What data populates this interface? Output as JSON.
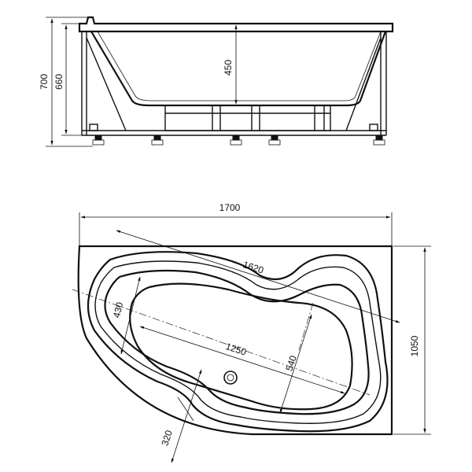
{
  "side_view": {
    "dim_total_height": "700",
    "dim_rim_height": "660",
    "dim_depth": "450"
  },
  "plan_view": {
    "dim_width": "1700",
    "dim_length": "1620",
    "dim_inner_length": "1250",
    "dim_inner_width_left": "430",
    "dim_inner_width_right": "540",
    "dim_depth_side": "1050",
    "dim_drain_offset": "320"
  }
}
